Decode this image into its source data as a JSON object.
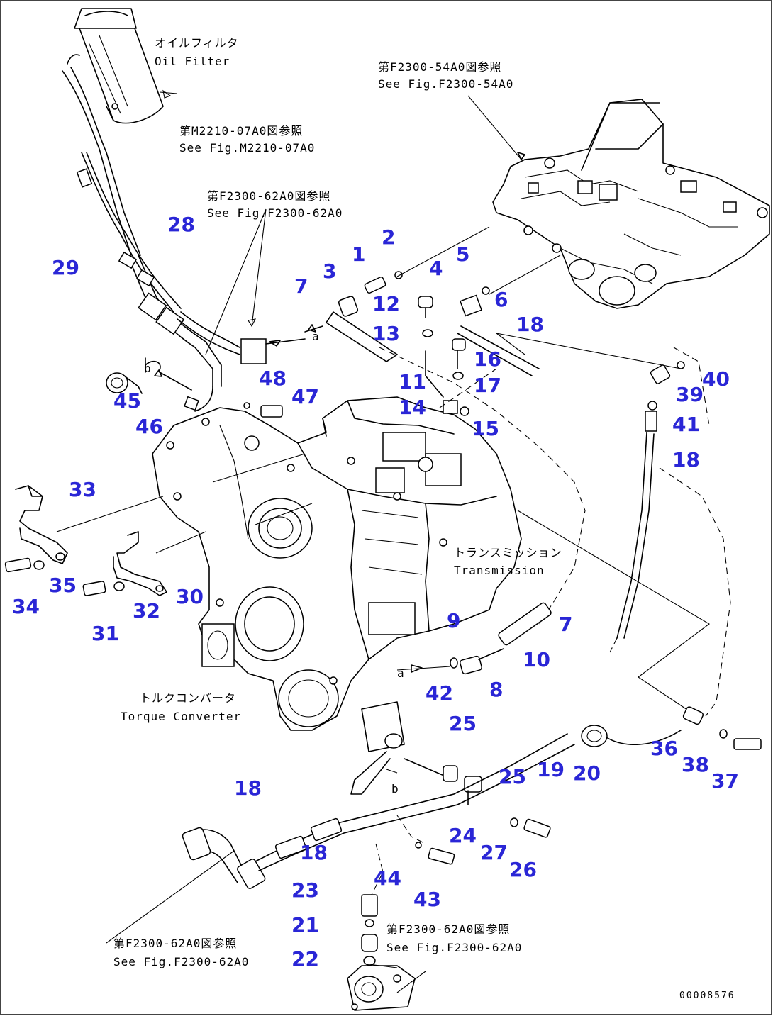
{
  "notes": {
    "oil_filter_jp": "オイルフィルタ",
    "oil_filter_en": "Oil Filter",
    "ref_m2210_jp": "第M2210-07A0図参照",
    "ref_m2210_en": "See Fig.M2210-07A0",
    "ref_f2300_54a0_jp": "第F2300-54A0図参照",
    "ref_f2300_54a0_en": "See Fig.F2300-54A0",
    "ref_f2300_62a0_top_jp": "第F2300-62A0図参照",
    "ref_f2300_62a0_top_en": "See Fig.F2300-62A0",
    "transmission_jp": "トランスミッション",
    "transmission_en": "Transmission",
    "torque_converter_jp": "トルクコンバータ",
    "torque_converter_en": "Torque Converter",
    "ref_f2300_62a0_bl_jp": "第F2300-62A0図参照",
    "ref_f2300_62a0_bl_en": "See Fig.F2300-62A0",
    "ref_f2300_62a0_br_jp": "第F2300-62A0図参照",
    "ref_f2300_62a0_br_en": "See Fig.F2300-62A0",
    "marker_a1": "a",
    "marker_a2": "a",
    "marker_b1": "b",
    "marker_b2": "b"
  },
  "drawing_code": "00008576",
  "callouts": {
    "c1": "1",
    "c2": "2",
    "c3": "3",
    "c4": "4",
    "c5": "5",
    "c6": "6",
    "c7a": "7",
    "c7b": "7",
    "c8": "8",
    "c9": "9",
    "c10": "10",
    "c11": "11",
    "c12": "12",
    "c13": "13",
    "c14": "14",
    "c15": "15",
    "c16": "16",
    "c17": "17",
    "c18a": "18",
    "c18b": "18",
    "c18c": "18",
    "c18d": "18",
    "c19": "19",
    "c20": "20",
    "c21": "21",
    "c22": "22",
    "c23": "23",
    "c24": "24",
    "c25a": "25",
    "c25b": "25",
    "c26": "26",
    "c27": "27",
    "c28": "28",
    "c29": "29",
    "c30": "30",
    "c31": "31",
    "c32": "32",
    "c33": "33",
    "c34": "34",
    "c35": "35",
    "c36": "36",
    "c37": "37",
    "c38": "38",
    "c39": "39",
    "c40": "40",
    "c41": "41",
    "c42": "42",
    "c43": "43",
    "c44": "44",
    "c45": "45",
    "c46": "46",
    "c47": "47",
    "c48": "48"
  },
  "colors": {
    "callout": "#2a26d6",
    "line": "#000000"
  }
}
